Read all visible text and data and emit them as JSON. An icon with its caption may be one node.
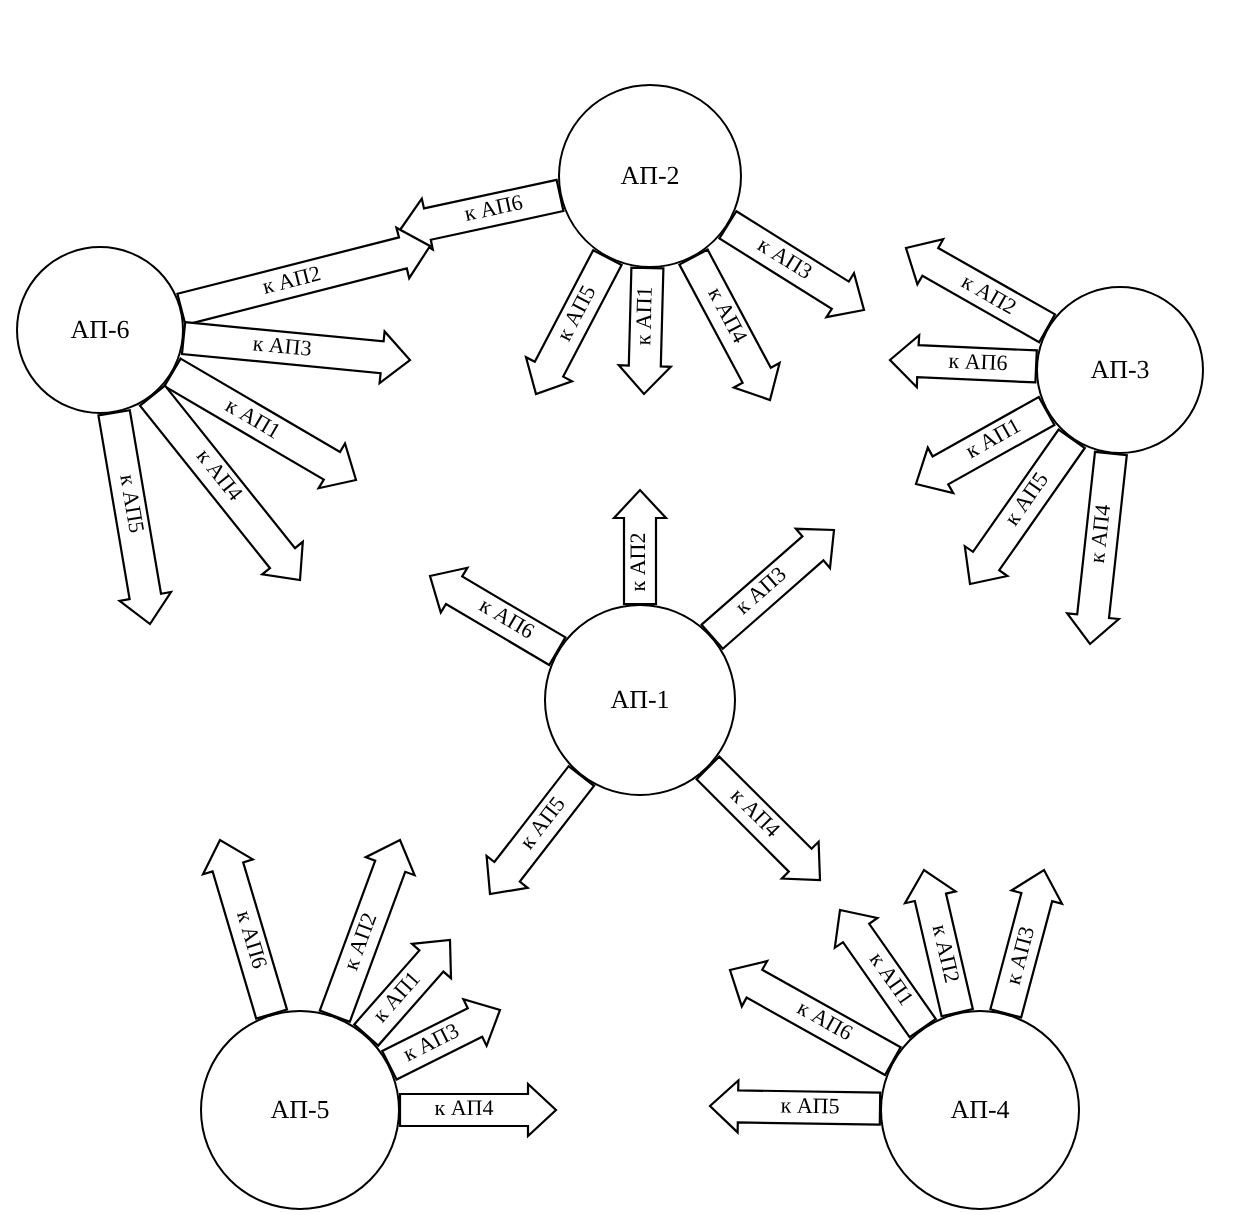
{
  "diagram": {
    "nodes": [
      {
        "text": [
          "АП-2"
        ]
      },
      {
        "text": [
          "АП-6"
        ]
      },
      {
        "text": [
          "АП-3"
        ]
      },
      {
        "text": [
          "АП-1"
        ]
      },
      {
        "text": [
          "АП-5"
        ]
      },
      {
        "text": [
          "АП-4"
        ]
      }
    ],
    "edges": [
      {
        "from": 0,
        "to": null,
        "arrow": "to",
        "label": "к АП6"
      },
      {
        "from": 0,
        "to": null,
        "arrow": "to",
        "label": "к АП5"
      },
      {
        "from": 0,
        "to": null,
        "arrow": "to",
        "label": "к АП1"
      },
      {
        "from": 0,
        "to": null,
        "arrow": "to",
        "label": "к АП4"
      },
      {
        "from": 0,
        "to": null,
        "arrow": "to",
        "label": "к АП3"
      },
      {
        "from": 1,
        "to": null,
        "arrow": "to",
        "label": "к АП2"
      },
      {
        "from": 1,
        "to": null,
        "arrow": "to",
        "label": "к АП3"
      },
      {
        "from": 1,
        "to": null,
        "arrow": "to",
        "label": "к АП1"
      },
      {
        "from": 1,
        "to": null,
        "arrow": "to",
        "label": "к АП4"
      },
      {
        "from": 1,
        "to": null,
        "arrow": "to",
        "label": "к АП5"
      },
      {
        "from": 2,
        "to": null,
        "arrow": "to",
        "label": "к АП2"
      },
      {
        "from": 2,
        "to": null,
        "arrow": "to",
        "label": "к АП6"
      },
      {
        "from": 2,
        "to": null,
        "arrow": "to",
        "label": "к АП1"
      },
      {
        "from": 2,
        "to": null,
        "arrow": "to",
        "label": "к АП5"
      },
      {
        "from": 2,
        "to": null,
        "arrow": "to",
        "label": "к АП4"
      },
      {
        "from": 3,
        "to": null,
        "arrow": "to",
        "label": "к АП6"
      },
      {
        "from": 3,
        "to": null,
        "arrow": "to",
        "label": "к АП2"
      },
      {
        "from": 3,
        "to": null,
        "arrow": "to",
        "label": "к АП3"
      },
      {
        "from": 3,
        "to": null,
        "arrow": "to",
        "label": "к АП5"
      },
      {
        "from": 3,
        "to": null,
        "arrow": "to",
        "label": "к АП4"
      },
      {
        "from": 4,
        "to": null,
        "arrow": "to",
        "label": "к АП6"
      },
      {
        "from": 4,
        "to": null,
        "arrow": "to",
        "label": "к АП2"
      },
      {
        "from": 4,
        "to": null,
        "arrow": "to",
        "label": "к АП1"
      },
      {
        "from": 4,
        "to": null,
        "arrow": "to",
        "label": "к АП3"
      },
      {
        "from": 4,
        "to": null,
        "arrow": "to",
        "label": "к АП4"
      },
      {
        "from": 5,
        "to": null,
        "arrow": "to",
        "label": "к АП5"
      },
      {
        "from": 5,
        "to": null,
        "arrow": "to",
        "label": "к АП6"
      },
      {
        "from": 5,
        "to": null,
        "arrow": "to",
        "label": "к АП1"
      },
      {
        "from": 5,
        "to": null,
        "arrow": "to",
        "label": "к АП2"
      },
      {
        "from": 5,
        "to": null,
        "arrow": "to",
        "label": "к АП3"
      }
    ]
  }
}
